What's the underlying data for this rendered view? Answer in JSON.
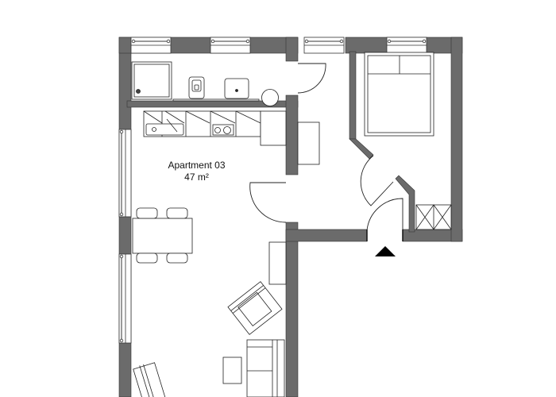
{
  "plan": {
    "apartment_name": "Apartment 03",
    "area": "47 m²",
    "colors": {
      "wall": "#6b6b6b",
      "wall_dark": "#555555",
      "line": "#222222",
      "background": "#ffffff",
      "window_glass": "#9a9a9a",
      "entrance_marker": "#000000"
    },
    "rooms": [
      "bathroom",
      "kitchen",
      "living-dining",
      "hallway",
      "bedroom",
      "wardrobe"
    ],
    "icons": {
      "entrance": "entrance-arrow-icon",
      "door": "door-swing-icon",
      "window": "window-icon"
    }
  }
}
